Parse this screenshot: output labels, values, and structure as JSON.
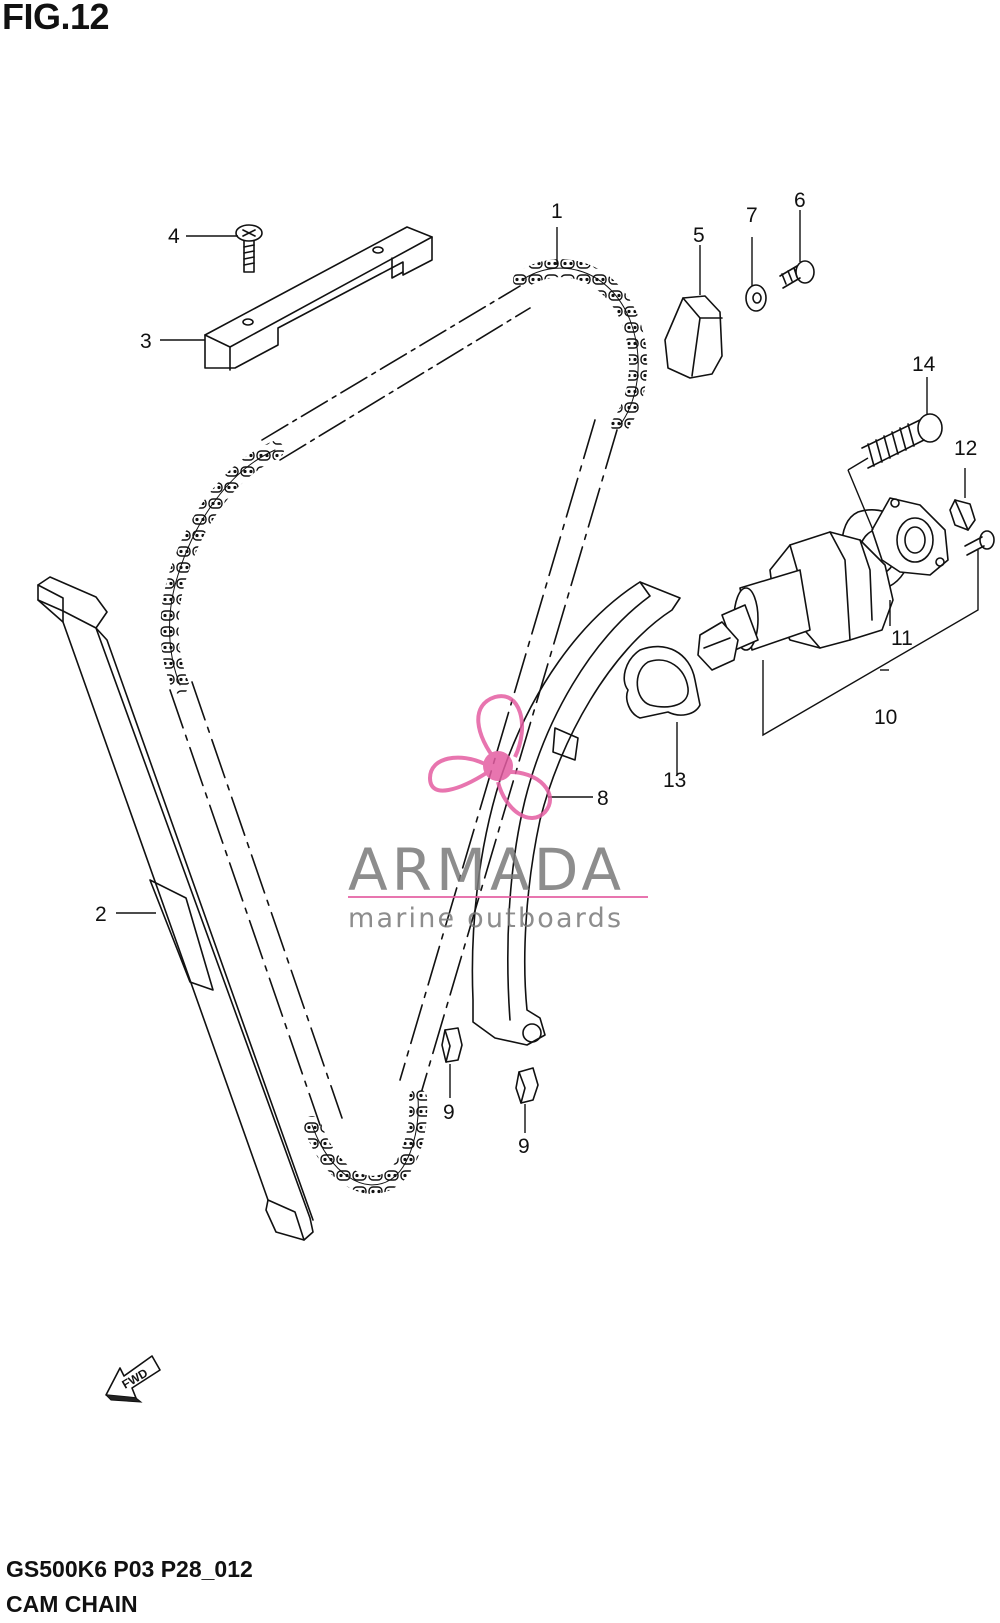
{
  "figure": {
    "title": "FIG.12",
    "model_code": "GS500K6 P03 P28_012",
    "section_name": "CAM CHAIN"
  },
  "fwd_label": "FWD",
  "watermark": {
    "brand": "ARMADA",
    "tagline": "marine outboards",
    "logo_color": "#e45da2",
    "text_color": "#7a7a7a"
  },
  "callouts": [
    {
      "id": "1",
      "label": "1"
    },
    {
      "id": "2",
      "label": "2"
    },
    {
      "id": "3",
      "label": "3"
    },
    {
      "id": "4",
      "label": "4"
    },
    {
      "id": "5",
      "label": "5"
    },
    {
      "id": "6",
      "label": "6"
    },
    {
      "id": "7",
      "label": "7"
    },
    {
      "id": "8",
      "label": "8"
    },
    {
      "id": "9a",
      "label": "9"
    },
    {
      "id": "9b",
      "label": "9"
    },
    {
      "id": "10",
      "label": "10"
    },
    {
      "id": "11",
      "label": "11"
    },
    {
      "id": "12",
      "label": "12"
    },
    {
      "id": "13",
      "label": "13"
    },
    {
      "id": "14",
      "label": "14"
    }
  ]
}
